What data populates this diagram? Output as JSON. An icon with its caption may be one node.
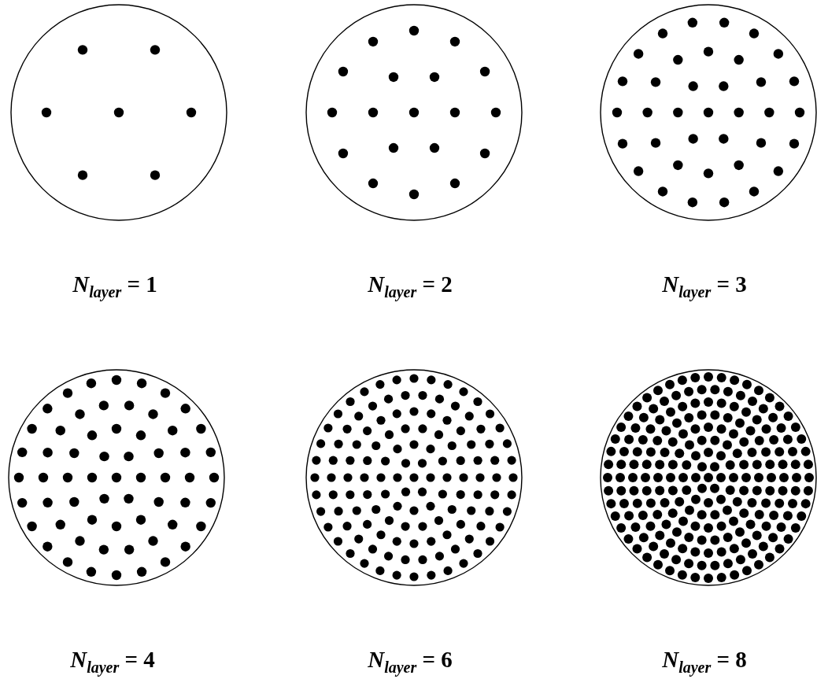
{
  "diagram": {
    "nodes": [
      {
        "text": [],
        "shape": "circle",
        "beside": [
          "*N*$_{layer}$ = 1"
        ]
      },
      {
        "text": [],
        "shape": "circle",
        "beside": [
          "*N*$_{layer}$ = 2"
        ]
      },
      {
        "text": [],
        "shape": "circle",
        "beside": [
          "*N*$_{layer}$ = 3"
        ]
      },
      {
        "text": [],
        "shape": "circle",
        "beside": [
          "*N*$_{layer}$ = 4"
        ]
      },
      {
        "text": [],
        "shape": "circle",
        "beside": [
          "*N*$_{layer}$ = 6"
        ]
      },
      {
        "text": [],
        "shape": "circle",
        "beside": [
          "*N*$_{layer}$ = 8"
        ]
      }
    ]
  }
}
